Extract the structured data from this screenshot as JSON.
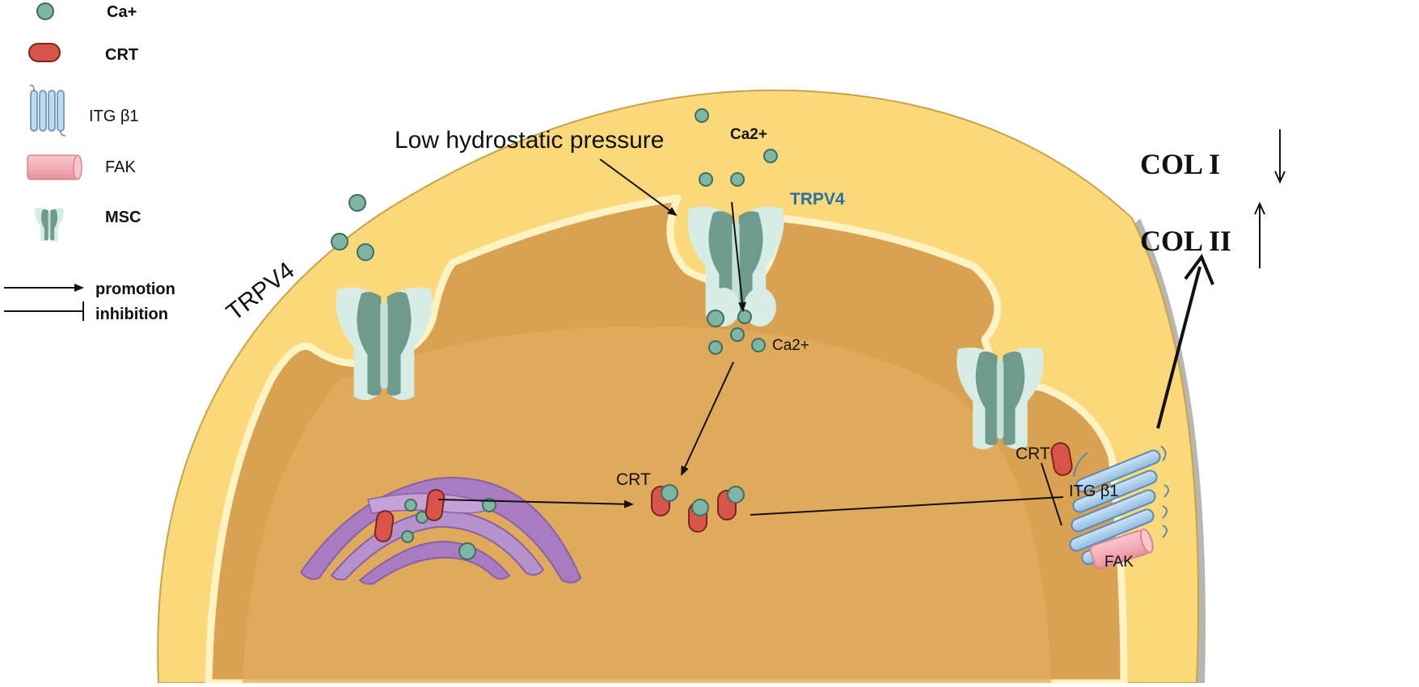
{
  "legend": {
    "items": [
      {
        "icon": "calcium-ion-icon",
        "label": "Ca+"
      },
      {
        "icon": "crt-protein-icon",
        "label": "CRT"
      },
      {
        "icon": "integrin-icon",
        "label": "ITG β1"
      },
      {
        "icon": "fak-icon",
        "label": "FAK"
      },
      {
        "icon": "msc-channel-icon",
        "label": "MSC"
      }
    ],
    "arrows": [
      {
        "icon": "promotion-arrow-icon",
        "label": "promotion"
      },
      {
        "icon": "inhibition-bar-icon",
        "label": "inhibition"
      }
    ]
  },
  "labels": {
    "pressure": "Low hydrostatic pressure",
    "ca_top": "Ca2+",
    "trpv4_blue": "TRPV4",
    "trpv4_left": "TRPV4",
    "ca_inside": "Ca2+",
    "crt_center": "CRT",
    "crt_right": "CRT",
    "itg": "ITG β1",
    "fak": "FAK"
  },
  "outcomes": {
    "col1": "COL I",
    "col2": "COL II",
    "col1_direction": "decrease",
    "col2_direction": "increase"
  },
  "colors": {
    "cell_outer": "#FBD97B",
    "cytoplasm": "#D9A150",
    "cytoplasm_inner": "#E2AE62",
    "membrane_line": "#FFF3C4",
    "calcium": "#7FB5A4",
    "crt": "#D9544A",
    "integrin": "#A9CDEB",
    "fak": "#F4AEB8",
    "channel_light": "#D8ECE6",
    "channel_dark": "#6E9B8E",
    "golgi": "#A87CC0",
    "trpv4_blue": "#2E6DA4"
  }
}
